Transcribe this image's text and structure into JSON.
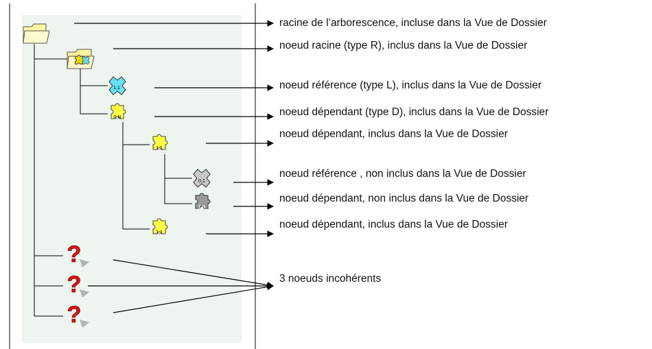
{
  "labels": {
    "racine_arbo": "racine de l’arborescence, incluse dans la Vue de Dossier",
    "noeud_racine": "noeud racine (type R), inclus dans la Vue de Dossier",
    "noeud_reference_L": "noeud référence (type L), inclus dans la Vue de Dossier",
    "noeud_dependant_D": "noeud dépendant (type D), inclus dans la Vue de Dossier",
    "noeud_dependant_inclus_1": "noeud dépendant, inclus dans la Vue de Dossier",
    "noeud_reference_non_inclus": "noeud référence , non inclus dans la Vue de Dossier",
    "noeud_dependant_non_inclus": "noeud dépendant, non inclus dans la Vue de Dossier",
    "noeud_dependant_inclus_2": "noeud dépendant, inclus dans la Vue de Dossier",
    "incoherents": "3 noeuds incohérents"
  },
  "cardinalities": {
    "ref_L": "1,1",
    "dep_D": "0,N",
    "dep_1": "1,1",
    "ref_grey": "0,1",
    "dep_grey": "1,N",
    "dep_2": "1,1"
  },
  "colors": {
    "panel_bg": "#eef4ee",
    "frame": "#000000",
    "yellow_node": "#ffff44",
    "cyan_node": "#66e0f0",
    "grey_node": "#c8c8c8",
    "folder": "#fff6a8",
    "question_red": "#e01010"
  },
  "icons": [
    "folder-icon",
    "root-node-icon",
    "reference-node-icon",
    "dependent-node-icon",
    "question-mark-icon"
  ]
}
